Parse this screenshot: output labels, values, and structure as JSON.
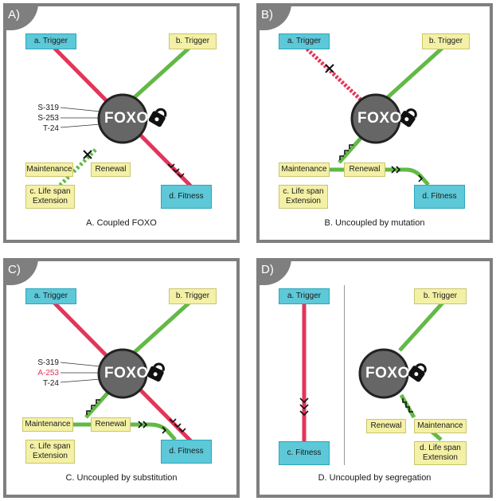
{
  "colors": {
    "frame": "#7f7f7f",
    "red": "#e3355a",
    "green": "#62b946",
    "cyan": "#5dc8d8",
    "yellow": "#f4f1a6"
  },
  "panels": [
    {
      "tab": "A)",
      "caption": "A. Coupled FOXO",
      "trigger_a": "a. Trigger",
      "trigger_b": "b. Trigger",
      "foxo": "FOXO",
      "sites": [
        "S-319",
        "S-253",
        "T-24"
      ],
      "maintenance": "Maintenance",
      "renewal": "Renewal",
      "lifespan_1": "c. Life span",
      "lifespan_2": "Extension",
      "fitness": "d. Fitness"
    },
    {
      "tab": "B)",
      "caption": "B. Uncoupled by mutation",
      "trigger_a": "a. Trigger",
      "trigger_b": "b. Trigger",
      "foxo": "FOXO",
      "maintenance": "Maintenance",
      "renewal": "Renewal",
      "lifespan_1": "c. Life span",
      "lifespan_2": "Extension",
      "fitness": "d. Fitness"
    },
    {
      "tab": "C)",
      "caption": "C. Uncoupled by substitution",
      "trigger_a": "a. Trigger",
      "trigger_b": "b. Trigger",
      "foxo": "FOXO",
      "sites": [
        "S-319",
        "A-253",
        "T-24"
      ],
      "maintenance": "Maintenance",
      "renewal": "Renewal",
      "lifespan_1": "c. Life span",
      "lifespan_2": "Extension",
      "fitness": "d. Fitness"
    },
    {
      "tab": "D)",
      "caption": "D. Uncoupled by segregation",
      "trigger_a": "a. Trigger",
      "trigger_b": "b. Trigger",
      "fitness": "c. Fitness",
      "foxo": "FOXO",
      "renewal": "Renewal",
      "maintenance": "Maintenance",
      "lifespan_1": "d. Life span",
      "lifespan_2": "Extension"
    }
  ]
}
